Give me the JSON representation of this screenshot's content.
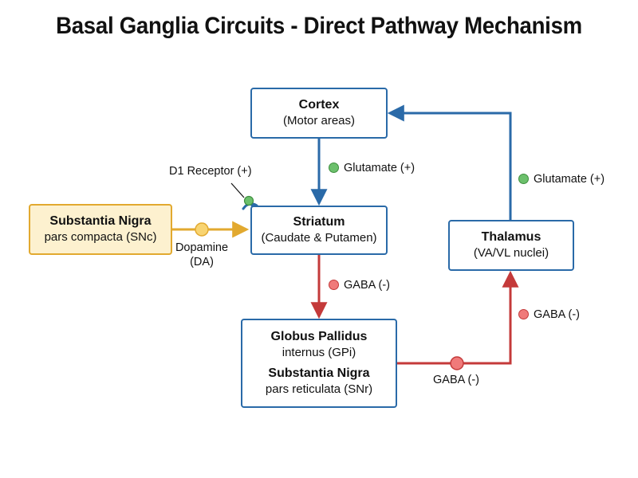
{
  "title": "Basal Ganglia Circuits - Direct Pathway Mechanism",
  "nodes": {
    "cortex": {
      "title": "Cortex",
      "subtitle": "(Motor areas)"
    },
    "striatum": {
      "title": "Striatum",
      "subtitle": "(Caudate & Putamen)"
    },
    "thalamus": {
      "title": "Thalamus",
      "subtitle": "(VA/VL nuclei)"
    },
    "gpi": {
      "title": "Globus Pallidus",
      "subtitle": "internus (GPi)",
      "title2": "Substantia Nigra",
      "subtitle2": "pars reticulata (SNr)"
    },
    "snc": {
      "title": "Substantia Nigra",
      "subtitle": "pars compacta (SNc)"
    }
  },
  "edges": {
    "cortex_to_striatum": {
      "label": "Glutamate (+)"
    },
    "thalamus_to_cortex": {
      "label": "Glutamate (+)"
    },
    "striatum_to_gpi": {
      "label": "GABA (-)"
    },
    "gpi_to_thalamus_upper": {
      "label": "GABA (-)"
    },
    "gpi_to_thalamus_lower": {
      "label": "GABA (-)"
    },
    "snc_to_striatum": {
      "label_line1": "Dopamine",
      "label_line2": "(DA)"
    }
  },
  "receptor": {
    "label": "D1 Receptor (+)"
  },
  "colors": {
    "excitatory": "#2a6aa8",
    "inhibitory": "#c43a3a",
    "dopamine": "#e2a92f",
    "glutamate_dot": "#6cc06c",
    "gaba_dot": "#f07a7a",
    "snc_fill": "#fdf1cf"
  }
}
